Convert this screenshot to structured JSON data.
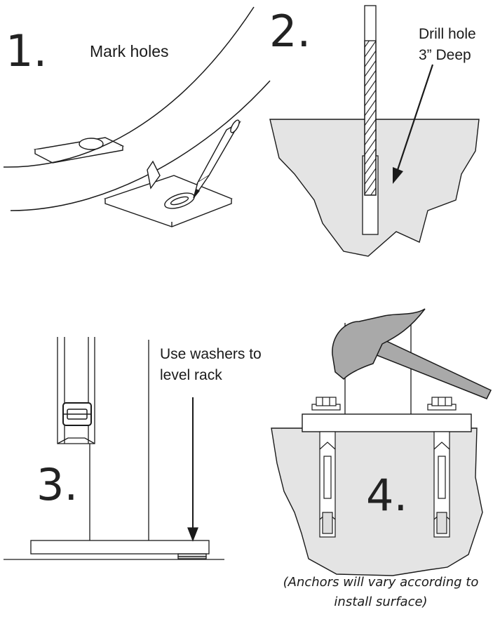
{
  "steps": [
    {
      "number": "1.",
      "caption": "Mark holes"
    },
    {
      "number": "2.",
      "caption_line1": "Drill hole",
      "caption_line2": "3” Deep"
    },
    {
      "number": "3.",
      "caption": "Use washers to level rack"
    },
    {
      "number": "4.",
      "footnote": "(Anchors will vary according to install surface)"
    }
  ],
  "colors": {
    "line": "#1a1a1a",
    "ground_fill": "#e4e4e4",
    "hammer_fill": "#a9a9a9",
    "plate_fill": "#ffffff"
  },
  "icons": [
    "pencil-icon",
    "drill-bit-icon",
    "hammer-icon",
    "anchor-bolt-icon",
    "washer-icon"
  ]
}
